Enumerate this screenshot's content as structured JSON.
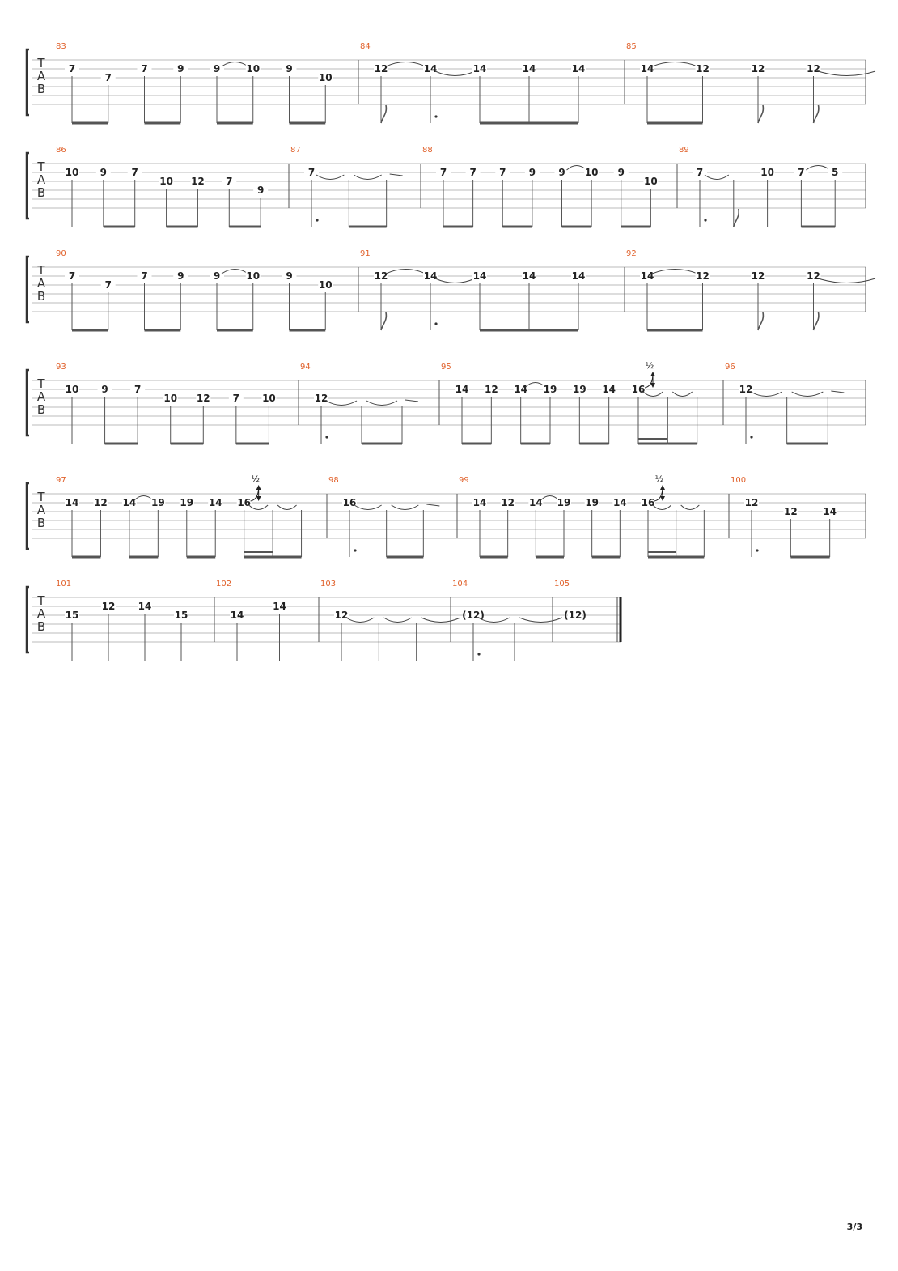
{
  "page": {
    "number": "3/3"
  },
  "staff": {
    "clef": [
      "T",
      "A",
      "B"
    ],
    "bend_label": "½"
  },
  "systems": [
    {
      "measures": [
        {
          "number": "83",
          "notes": [
            {
              "fret": "7",
              "string": 1,
              "stem": "beam"
            },
            {
              "fret": "7",
              "string": 2,
              "stem": "beam"
            },
            {
              "fret": "7",
              "string": 1,
              "stem": "beam"
            },
            {
              "fret": "9",
              "string": 1,
              "stem": "beam"
            },
            {
              "fret": "9",
              "string": 1,
              "stem": "beam",
              "slur_next": true
            },
            {
              "fret": "10",
              "string": 1,
              "stem": "beam"
            },
            {
              "fret": "9",
              "string": 1,
              "stem": "beam"
            },
            {
              "fret": "10",
              "string": 2,
              "stem": "beam"
            }
          ]
        },
        {
          "number": "84",
          "notes": [
            {
              "fret": "12",
              "string": 1,
              "stem": "flag",
              "slur_next": true
            },
            {
              "fret": "14",
              "string": 1,
              "stem": "dot",
              "tie_next": true
            },
            {
              "fret": "14",
              "string": 1,
              "stem": "beam"
            },
            {
              "fret": "14",
              "string": 1,
              "stem": "beam"
            },
            {
              "fret": "14",
              "string": 1,
              "stem": "beam"
            }
          ]
        },
        {
          "number": "85",
          "notes": [
            {
              "fret": "14",
              "string": 1,
              "stem": "beam",
              "slur_next": true
            },
            {
              "fret": "12",
              "string": 1,
              "stem": "beam"
            },
            {
              "fret": "12",
              "string": 1,
              "stem": "flag"
            },
            {
              "fret": "12",
              "string": 1,
              "stem": "flag",
              "tie_next": true
            }
          ]
        }
      ]
    },
    {
      "measures": [
        {
          "number": "86",
          "notes": [
            {
              "fret": "10",
              "string": 1,
              "stem": "plain"
            },
            {
              "fret": "9",
              "string": 1,
              "stem": "beam"
            },
            {
              "fret": "7",
              "string": 1,
              "stem": "beam"
            },
            {
              "fret": "10",
              "string": 2,
              "stem": "beam"
            },
            {
              "fret": "12",
              "string": 2,
              "stem": "beam"
            },
            {
              "fret": "7",
              "string": 2,
              "stem": "beam"
            },
            {
              "fret": "9",
              "string": 3,
              "stem": "beam"
            }
          ]
        },
        {
          "number": "87",
          "notes": [
            {
              "fret": "7",
              "string": 1,
              "stem": "dot",
              "tie_next": true
            },
            {
              "fret": "",
              "string": 1,
              "stem": "beam",
              "tie_next": true
            },
            {
              "fret": "",
              "string": 1,
              "stem": "beam",
              "tie_out": true
            }
          ]
        },
        {
          "number": "88",
          "notes": [
            {
              "fret": "7",
              "string": 1,
              "stem": "beam"
            },
            {
              "fret": "7",
              "string": 1,
              "stem": "beam"
            },
            {
              "fret": "7",
              "string": 1,
              "stem": "beam"
            },
            {
              "fret": "9",
              "string": 1,
              "stem": "beam"
            },
            {
              "fret": "9",
              "string": 1,
              "stem": "beam",
              "slur_next": true
            },
            {
              "fret": "10",
              "string": 1,
              "stem": "beam"
            },
            {
              "fret": "9",
              "string": 1,
              "stem": "beam"
            },
            {
              "fret": "10",
              "string": 2,
              "stem": "beam"
            }
          ]
        },
        {
          "number": "89",
          "notes": [
            {
              "fret": "7",
              "string": 1,
              "stem": "dot",
              "tie_next": true
            },
            {
              "fret": "",
              "string": 1,
              "stem": "flag"
            },
            {
              "fret": "10",
              "string": 1,
              "stem": "plain"
            },
            {
              "fret": "7",
              "string": 1,
              "stem": "beam",
              "slur_next": true
            },
            {
              "fret": "5",
              "string": 1,
              "stem": "beam"
            }
          ]
        }
      ]
    },
    {
      "measures": [
        {
          "number": "90",
          "notes": [
            {
              "fret": "7",
              "string": 1,
              "stem": "beam"
            },
            {
              "fret": "7",
              "string": 2,
              "stem": "beam"
            },
            {
              "fret": "7",
              "string": 1,
              "stem": "beam"
            },
            {
              "fret": "9",
              "string": 1,
              "stem": "beam"
            },
            {
              "fret": "9",
              "string": 1,
              "stem": "beam",
              "slur_next": true
            },
            {
              "fret": "10",
              "string": 1,
              "stem": "beam"
            },
            {
              "fret": "9",
              "string": 1,
              "stem": "beam"
            },
            {
              "fret": "10",
              "string": 2,
              "stem": "beam"
            }
          ]
        },
        {
          "number": "91",
          "notes": [
            {
              "fret": "12",
              "string": 1,
              "stem": "flag",
              "slur_next": true
            },
            {
              "fret": "14",
              "string": 1,
              "stem": "dot",
              "tie_next": true
            },
            {
              "fret": "14",
              "string": 1,
              "stem": "beam"
            },
            {
              "fret": "14",
              "string": 1,
              "stem": "beam"
            },
            {
              "fret": "14",
              "string": 1,
              "stem": "beam"
            }
          ]
        },
        {
          "number": "92",
          "notes": [
            {
              "fret": "14",
              "string": 1,
              "stem": "beam",
              "slur_next": true
            },
            {
              "fret": "12",
              "string": 1,
              "stem": "beam"
            },
            {
              "fret": "12",
              "string": 1,
              "stem": "flag"
            },
            {
              "fret": "12",
              "string": 1,
              "stem": "flag",
              "tie_next": true
            }
          ]
        }
      ]
    },
    {
      "measures": [
        {
          "number": "93",
          "notes": [
            {
              "fret": "10",
              "string": 1,
              "stem": "plain"
            },
            {
              "fret": "9",
              "string": 1,
              "stem": "beam"
            },
            {
              "fret": "7",
              "string": 1,
              "stem": "beam"
            },
            {
              "fret": "10",
              "string": 2,
              "stem": "beam"
            },
            {
              "fret": "12",
              "string": 2,
              "stem": "beam"
            },
            {
              "fret": "7",
              "string": 2,
              "stem": "beam"
            },
            {
              "fret": "10",
              "string": 2,
              "stem": "beam"
            }
          ]
        },
        {
          "number": "94",
          "notes": [
            {
              "fret": "12",
              "string": 2,
              "stem": "dot",
              "tie_next": true
            },
            {
              "fret": "",
              "string": 2,
              "stem": "beam",
              "tie_next": true
            },
            {
              "fret": "",
              "string": 2,
              "stem": "beam",
              "tie_out": true
            }
          ]
        },
        {
          "number": "95",
          "notes": [
            {
              "fret": "14",
              "string": 1,
              "stem": "beam"
            },
            {
              "fret": "12",
              "string": 1,
              "stem": "beam"
            },
            {
              "fret": "14",
              "string": 1,
              "stem": "beam",
              "slur_next": true
            },
            {
              "fret": "19",
              "string": 1,
              "stem": "beam"
            },
            {
              "fret": "19",
              "string": 1,
              "stem": "beam"
            },
            {
              "fret": "14",
              "string": 1,
              "stem": "beam"
            },
            {
              "fret": "16",
              "string": 1,
              "stem": "beam2",
              "bend": true,
              "tie_next": true
            },
            {
              "fret": "",
              "string": 1,
              "stem": "beam2",
              "tie_next": true
            },
            {
              "fret": "",
              "string": 1,
              "stem": "beam"
            }
          ]
        },
        {
          "number": "96",
          "notes": [
            {
              "fret": "12",
              "string": 1,
              "stem": "dot",
              "tie_next": true
            },
            {
              "fret": "",
              "string": 1,
              "stem": "beam",
              "tie_next": true
            },
            {
              "fret": "",
              "string": 1,
              "stem": "beam",
              "tie_out": true
            }
          ]
        }
      ]
    },
    {
      "measures": [
        {
          "number": "97",
          "notes": [
            {
              "fret": "14",
              "string": 1,
              "stem": "beam"
            },
            {
              "fret": "12",
              "string": 1,
              "stem": "beam"
            },
            {
              "fret": "14",
              "string": 1,
              "stem": "beam",
              "slur_next": true
            },
            {
              "fret": "19",
              "string": 1,
              "stem": "beam"
            },
            {
              "fret": "19",
              "string": 1,
              "stem": "beam"
            },
            {
              "fret": "14",
              "string": 1,
              "stem": "beam"
            },
            {
              "fret": "16",
              "string": 1,
              "stem": "beam2",
              "bend": true,
              "tie_next": true
            },
            {
              "fret": "",
              "string": 1,
              "stem": "beam2",
              "tie_next": true
            },
            {
              "fret": "",
              "string": 1,
              "stem": "beam"
            }
          ]
        },
        {
          "number": "98",
          "notes": [
            {
              "fret": "16",
              "string": 1,
              "stem": "dot",
              "tie_next": true
            },
            {
              "fret": "",
              "string": 1,
              "stem": "beam",
              "tie_next": true
            },
            {
              "fret": "",
              "string": 1,
              "stem": "beam",
              "tie_out": true
            }
          ]
        },
        {
          "number": "99",
          "notes": [
            {
              "fret": "14",
              "string": 1,
              "stem": "beam"
            },
            {
              "fret": "12",
              "string": 1,
              "stem": "beam"
            },
            {
              "fret": "14",
              "string": 1,
              "stem": "beam",
              "slur_next": true
            },
            {
              "fret": "19",
              "string": 1,
              "stem": "beam"
            },
            {
              "fret": "19",
              "string": 1,
              "stem": "beam"
            },
            {
              "fret": "14",
              "string": 1,
              "stem": "beam"
            },
            {
              "fret": "16",
              "string": 1,
              "stem": "beam2",
              "bend": true,
              "tie_next": true
            },
            {
              "fret": "",
              "string": 1,
              "stem": "beam2",
              "tie_next": true
            },
            {
              "fret": "",
              "string": 1,
              "stem": "beam"
            }
          ]
        },
        {
          "number": "100",
          "notes": [
            {
              "fret": "12",
              "string": 1,
              "stem": "dot"
            },
            {
              "fret": "12",
              "string": 2,
              "stem": "beam"
            },
            {
              "fret": "14",
              "string": 2,
              "stem": "beam"
            }
          ]
        }
      ]
    },
    {
      "measures": [
        {
          "number": "101",
          "notes": [
            {
              "fret": "15",
              "string": 2,
              "stem": "plain"
            },
            {
              "fret": "12",
              "string": 1,
              "stem": "plain"
            },
            {
              "fret": "14",
              "string": 1,
              "stem": "plain"
            },
            {
              "fret": "15",
              "string": 2,
              "stem": "plain"
            }
          ]
        },
        {
          "number": "102",
          "notes": [
            {
              "fret": "14",
              "string": 2,
              "stem": "plain"
            },
            {
              "fret": "14",
              "string": 1,
              "stem": "plain"
            }
          ]
        },
        {
          "number": "103",
          "notes": [
            {
              "fret": "12",
              "string": 2,
              "stem": "plain",
              "tie_next": true
            },
            {
              "fret": "",
              "string": 2,
              "stem": "plain",
              "tie_next": true
            },
            {
              "fret": "",
              "string": 2,
              "stem": "plain",
              "tie_next": true
            }
          ]
        },
        {
          "number": "104",
          "notes": [
            {
              "fret": "(12)",
              "string": 2,
              "stem": "dot",
              "tie_next": true
            },
            {
              "fret": "",
              "string": 2,
              "stem": "plain",
              "tie_next": true
            }
          ]
        },
        {
          "number": "105",
          "notes": [
            {
              "fret": "(12)",
              "string": 2,
              "stem": "none"
            }
          ]
        }
      ]
    }
  ]
}
